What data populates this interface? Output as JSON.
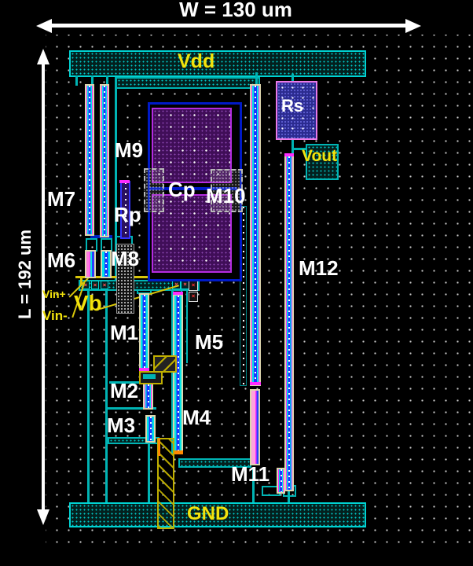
{
  "figure": {
    "width_label": "W = 130 um",
    "length_label": "L = 192 um"
  },
  "nets": {
    "vdd": "Vdd",
    "gnd": "GND",
    "vout": "Vout",
    "vb": "Vb",
    "vin_plus": "Vin+",
    "vin_minus": "Vin-"
  },
  "devices": {
    "m1": "M1",
    "m2": "M2",
    "m3": "M3",
    "m4": "M4",
    "m5": "M5",
    "m6": "M6",
    "m7": "M7",
    "m8": "M8",
    "m9": "M9",
    "m10": "M10",
    "m11": "M11",
    "m12": "M12",
    "rp": "Rp",
    "rs": "Rs",
    "cp": "Cp"
  },
  "colors": {
    "metal_teal": "#00b4b4",
    "label_yellow": "#f2e20c",
    "capacitor_purple": "#400e58",
    "capacitor_border": "#b42ce0",
    "well_blue": "#001ac8",
    "finger_blue": "#1a35ff",
    "finger_cyan": "#00e6e6",
    "finger_magenta": "#ff2cff",
    "via_yellow": "#bfae00",
    "accent_orange": "#ff8800",
    "background": "#000000"
  }
}
